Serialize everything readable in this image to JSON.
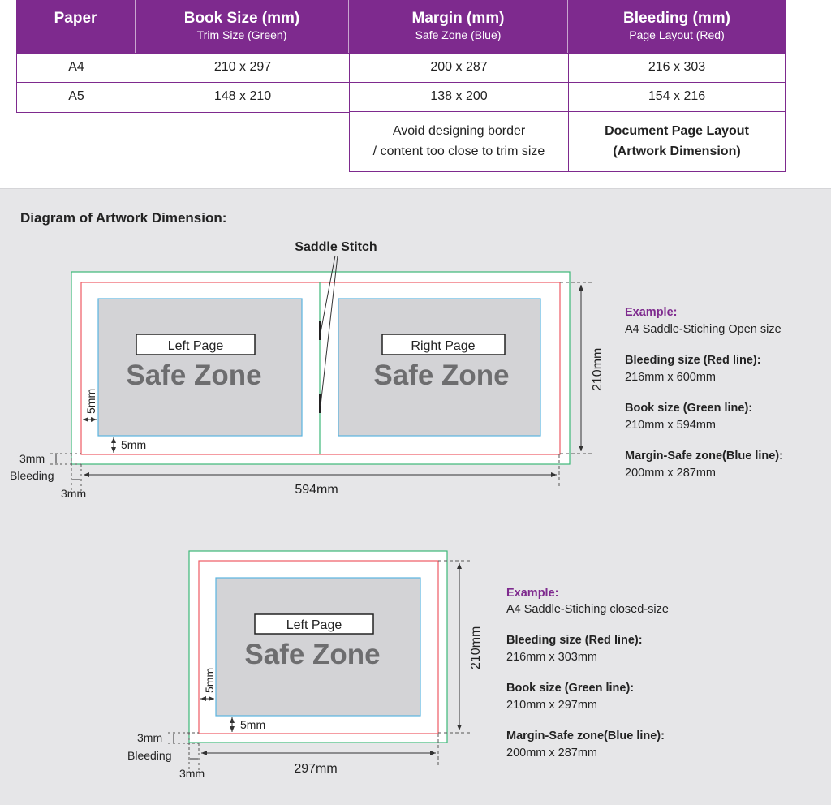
{
  "table": {
    "headers": [
      {
        "title": "Paper",
        "subtitle": ""
      },
      {
        "title": "Book Size (mm)",
        "subtitle": "Trim Size (Green)"
      },
      {
        "title": "Margin (mm)",
        "subtitle": "Safe Zone (Blue)"
      },
      {
        "title": "Bleeding (mm)",
        "subtitle": "Page Layout (Red)"
      }
    ],
    "rows": [
      [
        "A4",
        "210 x 297",
        "200 x 287",
        "216 x 303"
      ],
      [
        "A5",
        "148 x 210",
        "138 x 200",
        "154 x 216"
      ]
    ],
    "notes": {
      "margin_line1": "Avoid designing border",
      "margin_line2": "/ content too close to trim size",
      "bleeding_line1": "Document Page Layout",
      "bleeding_line2": "(Artwork Dimension)"
    }
  },
  "colors": {
    "purple": "#7e2a8e",
    "green": "#3cb878",
    "red": "#ee5b63",
    "blue": "#5ab4e0",
    "safe_fill": "#d3d3d6"
  },
  "diagram": {
    "title": "Diagram of Artwork Dimension:",
    "open": {
      "saddle_stitch": "Saddle Stitch",
      "left_page": "Left Page",
      "right_page": "Right Page",
      "safe_zone": "Safe Zone",
      "margin_5mm": "5mm",
      "height_label": "210mm",
      "width_label": "594mm",
      "bleed_3mm": "3mm",
      "bleeding": "Bleeding",
      "example_title": "Example:",
      "example_desc": "A4 Saddle-Stiching Open size",
      "bleeding_head": "Bleeding size (Red line):",
      "bleeding_val": "216mm x 600mm",
      "book_head": "Book size (Green line):",
      "book_val": "210mm x 594mm",
      "margin_head": "Margin-Safe zone(Blue line):",
      "margin_val": "200mm x 287mm"
    },
    "closed": {
      "left_page": "Left Page",
      "safe_zone": "Safe Zone",
      "margin_5mm": "5mm",
      "height_label": "210mm",
      "width_label": "297mm",
      "bleed_3mm": "3mm",
      "bleeding": "Bleeding",
      "example_title": "Example:",
      "example_desc": "A4 Saddle-Stiching closed-size",
      "bleeding_head": "Bleeding size (Red line):",
      "bleeding_val": "216mm x 303mm",
      "book_head": "Book size (Green line):",
      "book_val": "210mm x 297mm",
      "margin_head": "Margin-Safe zone(Blue line):",
      "margin_val": "200mm x 287mm"
    }
  }
}
